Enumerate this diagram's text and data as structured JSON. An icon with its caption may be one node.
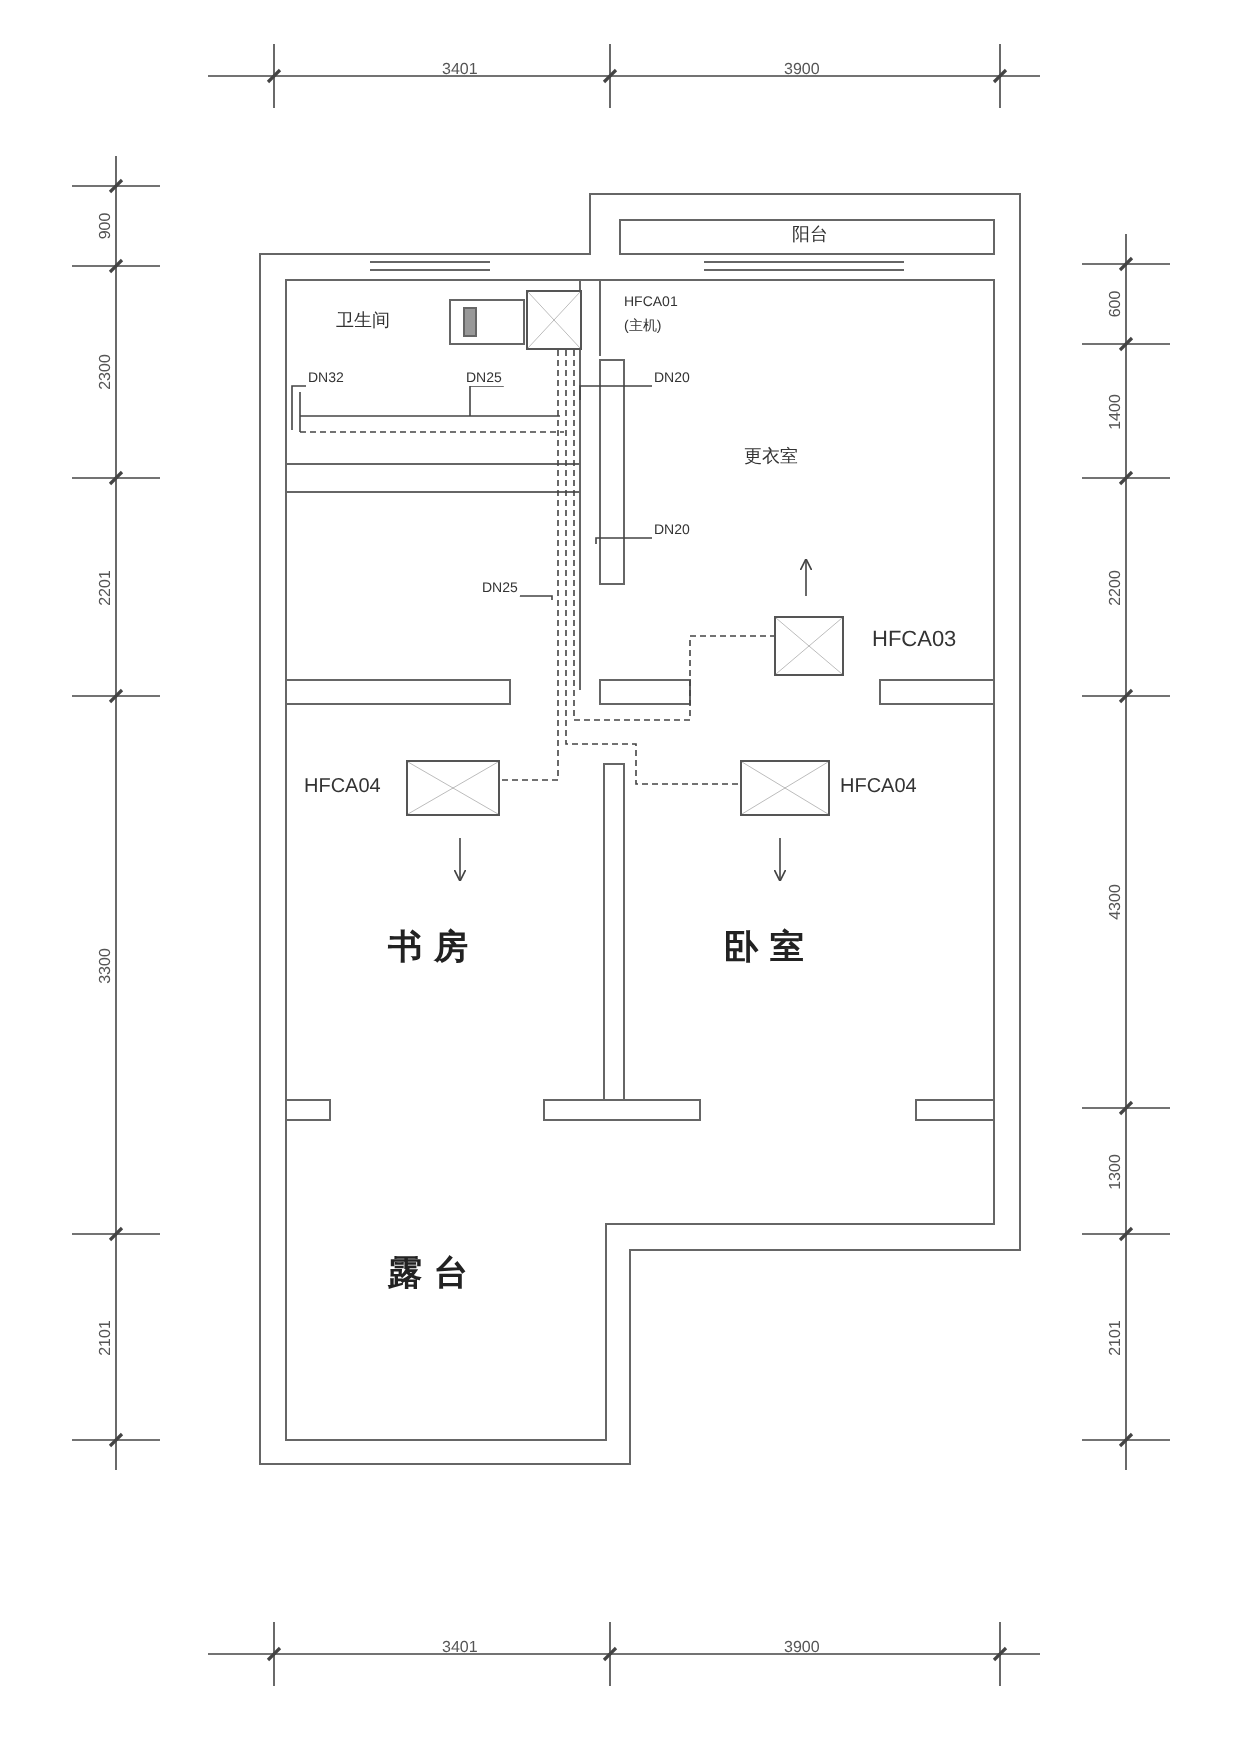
{
  "diagram": {
    "nodes": [
      {
        "text": [],
        "shape": "box",
        "beside": [
          "HFCA01",
          "(主机)"
        ]
      },
      {
        "text": [],
        "shape": "box",
        "beside": [
          "HFCA03"
        ]
      },
      {
        "text": [],
        "shape": "box",
        "beside": [
          "HFCA04"
        ]
      },
      {
        "text": [],
        "shape": "box",
        "beside": [
          "HFCA04"
        ]
      },
      {
        "text": [
          "DN32"
        ]
      },
      {
        "text": [
          "DN25"
        ]
      },
      {
        "text": [
          "DN20"
        ]
      },
      {
        "text": [
          "DN20"
        ]
      },
      {
        "text": [
          "DN25"
        ]
      }
    ],
    "edges": [
      {
        "from": 0,
        "to": 1,
        "arrow": "none",
        "style": "dashed"
      },
      {
        "from": 0,
        "to": 2,
        "arrow": "none",
        "style": "dashed"
      },
      {
        "from": 0,
        "to": 3,
        "arrow": "none",
        "style": "dashed"
      },
      {
        "from": 4,
        "to": null,
        "arrow": "none"
      },
      {
        "from": 5,
        "to": null,
        "arrow": "none"
      },
      {
        "from": 6,
        "to": null,
        "arrow": "none"
      },
      {
        "from": 7,
        "to": null,
        "arrow": "none"
      },
      {
        "from": 8,
        "to": null,
        "arrow": "none"
      }
    ],
    "labels": [
      "3401",
      "3900",
      "阳台",
      "卫生间",
      "更衣室",
      "书房",
      "卧室",
      "露台",
      "900",
      "2300",
      "2201",
      "3300",
      "2101",
      "600",
      "1400",
      "2200",
      "4300",
      "1300",
      "2101",
      "3401",
      "3900"
    ]
  }
}
